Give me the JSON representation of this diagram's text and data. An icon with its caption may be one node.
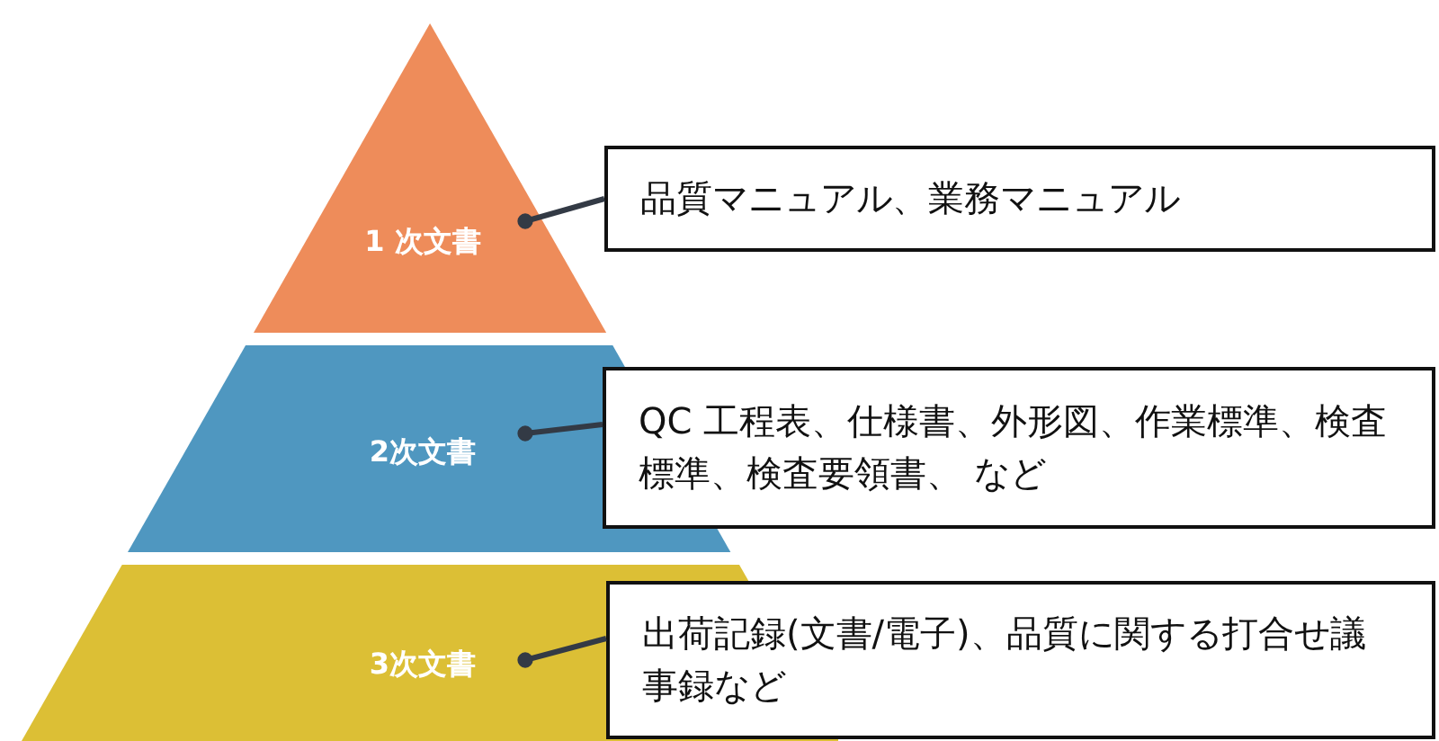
{
  "diagram": {
    "nodes": [
      {
        "text": [
          "1 次文書"
        ]
      },
      {
        "text": [
          "2次文書"
        ]
      },
      {
        "text": [
          "3次文書"
        ]
      },
      {
        "text": [
          "品質マニュアル、業務マニュアル"
        ]
      },
      {
        "text": [
          "QC 工程表、仕様書、外形図、作業標準、検査標準、検査要領書、 など"
        ]
      },
      {
        "text": [
          "出荷記録(文書/電子)、品質に関する打合せ議事録など"
        ]
      }
    ],
    "edges": [
      {
        "from": 0,
        "to": 3,
        "arrow": "other"
      },
      {
        "from": 1,
        "to": 4,
        "arrow": "other"
      },
      {
        "from": 2,
        "to": 5,
        "arrow": "other"
      }
    ]
  }
}
